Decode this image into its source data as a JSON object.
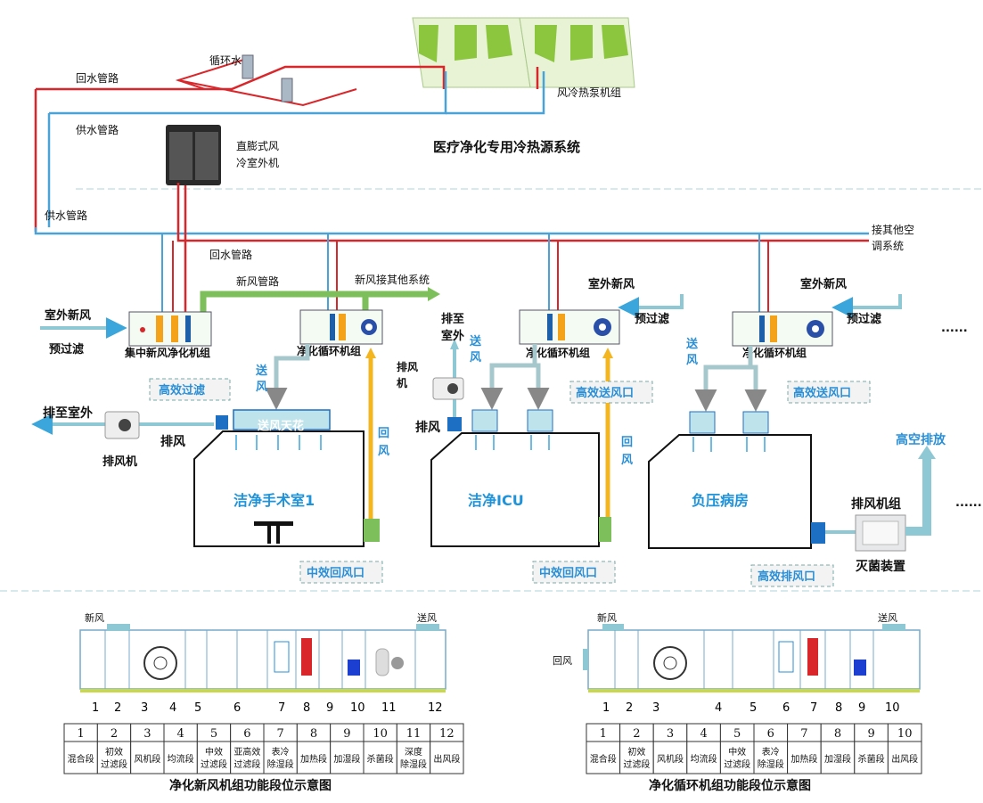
{
  "top": {
    "return_pipe": "回水管路",
    "pump": "循环水泵",
    "supply_pipe": "供水管路",
    "outdoor_unit": [
      "直膨式风",
      "冷室外机"
    ],
    "heat_pump": "风冷热泵机组",
    "system_title": "医疗净化专用冷热源系统"
  },
  "mid": {
    "supply_pipe": "供水管路",
    "return_pipe": "回水管路",
    "other_ac": [
      "接其他空",
      "调系统"
    ],
    "fresh_duct": "新风管路",
    "fresh_other": "新风接其他系统",
    "outdoor_air_left": "室外新风",
    "prefilter_left": "预过滤",
    "fresh_unit": "集中新风净化机组",
    "cycle_unit_1": "净化循环机组",
    "cycle_unit_2": "净化循环机组",
    "cycle_unit_3": "净化循环机组",
    "outdoor_air_2": "室外新风",
    "prefilter_2": "预过滤",
    "outdoor_air_3": "室外新风",
    "prefilter_3": "预过滤",
    "ellipsis": "......",
    "exhaust_to_out_1": "排至室外",
    "exhaust_fan_1": "排风机",
    "exhaust_1": "排风",
    "hepa_filter": "高效过滤",
    "supply_ceiling": "送风天花",
    "send_air": [
      "送",
      "风"
    ],
    "return_air": [
      "回",
      "风"
    ],
    "exhaust_to_out_2": [
      "排至",
      "室外"
    ],
    "exhaust_fan_2": [
      "排风",
      "机"
    ],
    "exhaust_2": "排风",
    "hepa_supply_2": "高效送风口",
    "hepa_supply_3": "高效送风口",
    "room_1": "洁净手术室1",
    "room_2": "洁净ICU",
    "room_3": "负压病房",
    "mid_return_1": "中效回风口",
    "mid_return_2": "中效回风口",
    "hepa_exhaust": "高效排风口",
    "exhaust_unit": "排风机组",
    "sterilizer": "灭菌装置",
    "high_exhaust": "高空排放"
  },
  "bottom_left": {
    "fresh": "新风",
    "supply": "送风",
    "numbers": [
      "1",
      "2",
      "3",
      "4",
      "5",
      "6",
      "7",
      "8",
      "9",
      "10",
      "11",
      "12"
    ],
    "table_numbers": [
      "1",
      "2",
      "3",
      "4",
      "5",
      "6",
      "7",
      "8",
      "9",
      "10",
      "11",
      "12"
    ],
    "names": [
      [
        "混合段"
      ],
      [
        "初效",
        "过滤段"
      ],
      [
        "风机段"
      ],
      [
        "均流段"
      ],
      [
        "中效",
        "过滤段"
      ],
      [
        "亚高效",
        "过滤段"
      ],
      [
        "表冷",
        "除湿段"
      ],
      [
        "加热段"
      ],
      [
        "加湿段"
      ],
      [
        "杀菌段"
      ],
      [
        "深度",
        "除湿段"
      ],
      [
        "出风段"
      ]
    ],
    "caption": "净化新风机组功能段位示意图"
  },
  "bottom_right": {
    "fresh": "新风",
    "supply": "送风",
    "return": "回风",
    "numbers": [
      "1",
      "2",
      "3",
      "4",
      "5",
      "6",
      "7",
      "8",
      "9",
      "10"
    ],
    "table_numbers": [
      "1",
      "2",
      "3",
      "4",
      "5",
      "6",
      "7",
      "8",
      "9",
      "10"
    ],
    "names": [
      [
        "混合段"
      ],
      [
        "初效",
        "过滤段"
      ],
      [
        "风机段"
      ],
      [
        "均流段"
      ],
      [
        "中效",
        "过滤段"
      ],
      [
        "表冷",
        "除湿段"
      ],
      [
        "加热段"
      ],
      [
        "加湿段"
      ],
      [
        "杀菌段"
      ],
      [
        "出风段"
      ]
    ],
    "caption": "净化循环机组功能段位示意图"
  },
  "colors": {
    "supply": "#4aa3d8",
    "return": "#d9262a",
    "fresh": "#7dbf5a",
    "air": "#8ec8d4",
    "yellow": "#f3b520"
  }
}
